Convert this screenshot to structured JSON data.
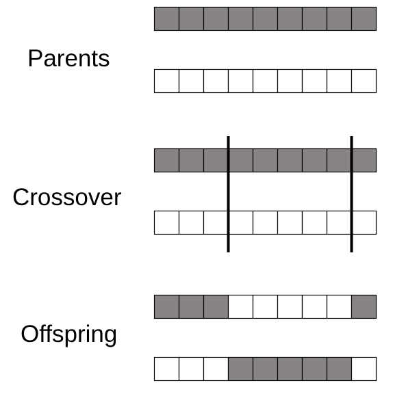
{
  "colors": {
    "filled": "#888484",
    "empty": "#ffffff",
    "stroke": "#000000"
  },
  "sections": [
    {
      "label": "Parents",
      "rows": [
        [
          1,
          1,
          1,
          1,
          1,
          1,
          1,
          1,
          1
        ],
        [
          0,
          0,
          0,
          0,
          0,
          0,
          0,
          0,
          0
        ]
      ]
    },
    {
      "label": "Crossover",
      "rows": [
        [
          1,
          1,
          1,
          1,
          1,
          1,
          1,
          1,
          1
        ],
        [
          0,
          0,
          0,
          0,
          0,
          0,
          0,
          0,
          0
        ]
      ],
      "cut_points": [
        3,
        8
      ]
    },
    {
      "label": "Offspring",
      "rows": [
        [
          1,
          1,
          1,
          0,
          0,
          0,
          0,
          0,
          1
        ],
        [
          0,
          0,
          0,
          1,
          1,
          1,
          1,
          1,
          0
        ]
      ]
    }
  ]
}
